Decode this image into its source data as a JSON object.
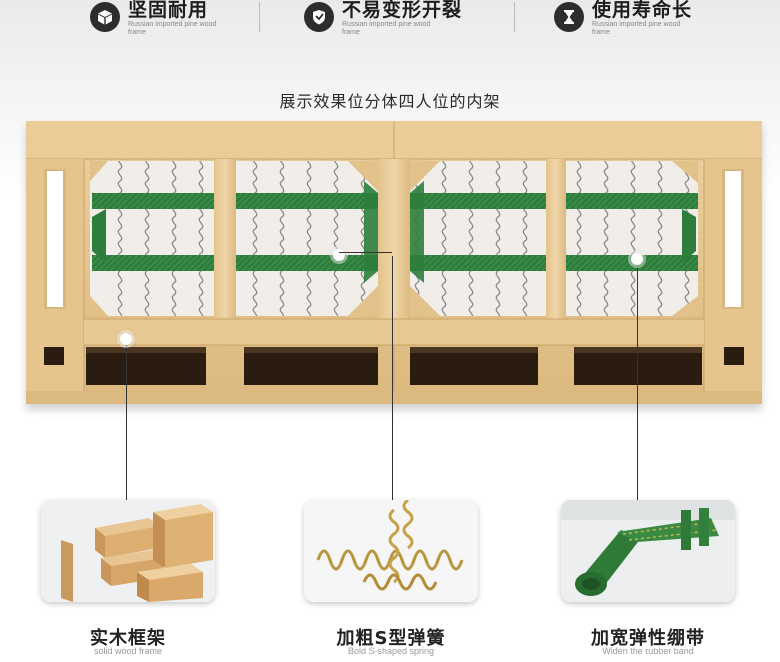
{
  "features": [
    {
      "icon": "cube-icon",
      "title": "坚固耐用",
      "subtitle": "Russian imported pine wood frame"
    },
    {
      "icon": "shield-icon",
      "title": "不易变形开裂",
      "subtitle": "Russian imported pine wood frame"
    },
    {
      "icon": "hourglass-icon",
      "title": "使用寿命长",
      "subtitle": "Russian imported pine wood frame"
    }
  ],
  "section_title": "展示效果位分体四人位的内架",
  "callouts": [
    {
      "label": "实木框架",
      "sublabel": "solid wood frame",
      "image": "wood-blocks-photo"
    },
    {
      "label": "加粗S型弹簧",
      "sublabel": "Bold S-shaped spring",
      "image": "s-spring-photo"
    },
    {
      "label": "加宽弹性绷带",
      "sublabel": "Widen the rubber band",
      "image": "rubber-band-photo"
    }
  ],
  "colors": {
    "wood_light": "#e8cc98",
    "wood_mid": "#d9b47a",
    "wood_dark": "#c49a5c",
    "band_green": "#2e7a3a",
    "spring_silver": "#8f8f8f",
    "slot_dark": "#2a1c10"
  }
}
